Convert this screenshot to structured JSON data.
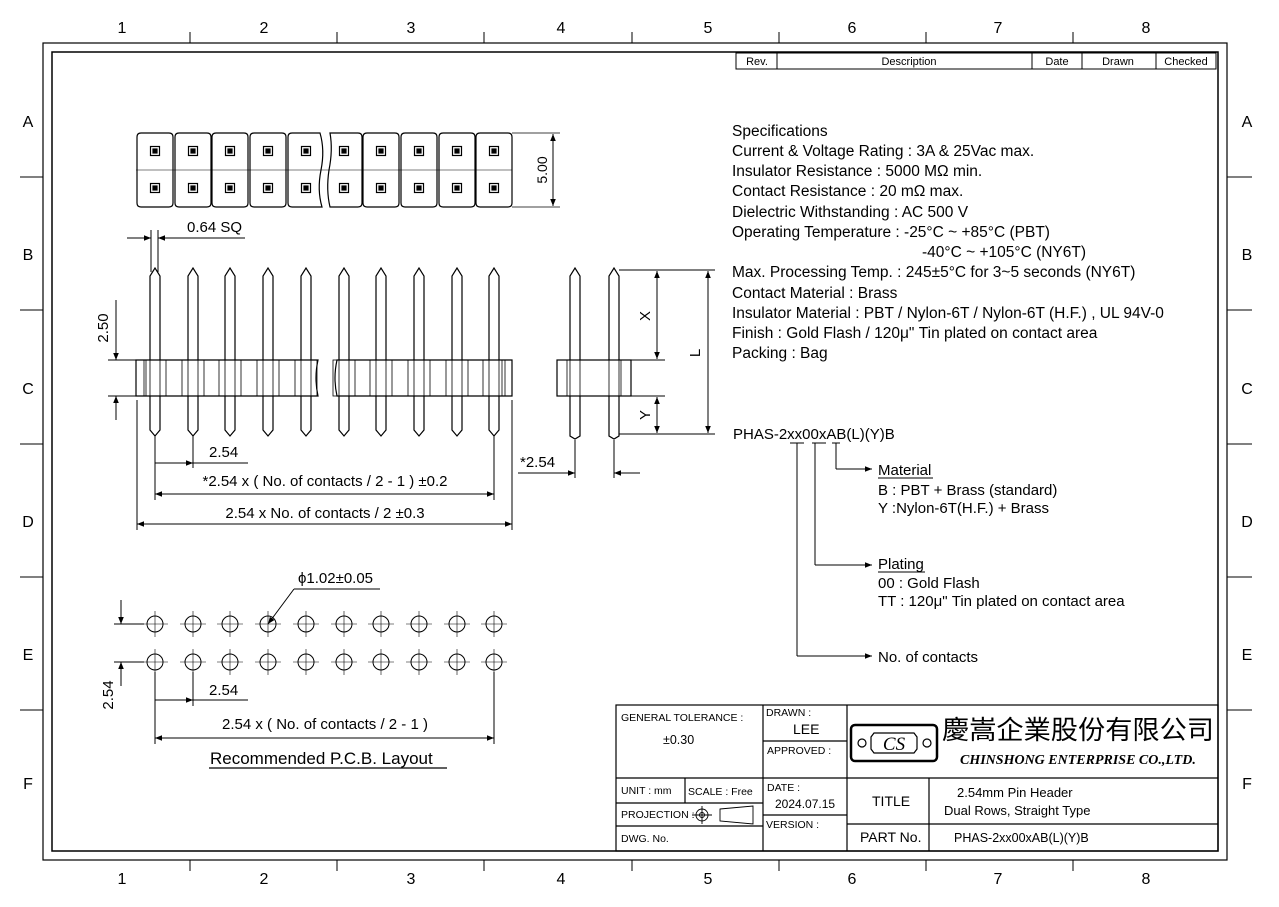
{
  "grid": {
    "columns": [
      "1",
      "2",
      "3",
      "4",
      "5",
      "6",
      "7",
      "8"
    ],
    "rows": [
      "A",
      "B",
      "C",
      "D",
      "E",
      "F"
    ]
  },
  "revision_table": {
    "headers": [
      "Rev.",
      "Description",
      "Date",
      "Drawn",
      "Checked"
    ]
  },
  "specifications": {
    "heading": "Specifications",
    "lines": [
      "Current & Voltage Rating : 3A & 25Vac max.",
      "Insulator Resistance : 5000 MΩ min.",
      "Contact Resistance : 20 mΩ max.",
      "Dielectric Withstanding : AC 500 V",
      "Operating Temperature : -25°C ~ +85°C (PBT)",
      "-40°C ~ +105°C (NY6T)",
      "Max. Processing Temp. : 245±5°C for 3~5 seconds (NY6T)",
      "Contact Material : Brass",
      "Insulator Material : PBT / Nylon-6T / Nylon-6T (H.F.) , UL 94V-0",
      "Finish : Gold Flash / 120μ\" Tin plated on contact area",
      "Packing : Bag"
    ]
  },
  "part_code": {
    "code": "PHAS-2xx00xAB(L)(Y)B",
    "material_title": "Material",
    "material_lines": [
      "B : PBT + Brass (standard)",
      "Y :Nylon-6T(H.F.) + Brass"
    ],
    "plating_title": "Plating",
    "plating_lines": [
      "00 :  Gold Flash",
      "TT : 120μ\" Tin plated on contact area"
    ],
    "contacts_label": "No. of contacts"
  },
  "dimensions": {
    "height_5": "5.00",
    "pin_sq": "0.64 SQ",
    "h_250": "2.50",
    "pitch": "2.54",
    "span_contacts_minus": "*2.54 x ( No. of contacts / 2 - 1 ) ±0.2",
    "span_total": "2.54 x No. of contacts / 2 ±0.3",
    "side_pitch": "*2.54",
    "x_label": "X",
    "y_label": "Y",
    "l_label": "L",
    "hole_dia": "ϕ1.02±0.05",
    "pcb_pitch_v": "2.54",
    "pcb_pitch_h": "2.54",
    "pcb_span": "2.54 x ( No. of contacts / 2 - 1 )",
    "pcb_title": "Recommended P.C.B. Layout"
  },
  "title_block": {
    "general_tolerance_label": "GENERAL TOLERANCE :",
    "general_tolerance_value": "±0.30",
    "drawn_label": "DRAWN :",
    "drawn_value": "LEE",
    "approved_label": "APPROVED :",
    "unit_label": "UNIT : mm",
    "scale_label": "SCALE : Free",
    "projection_label": "PROJECTION :",
    "dwg_label": "DWG. No.",
    "date_label": "DATE :",
    "date_value": "2024.07.15",
    "version_label": "VERSION :",
    "logo_letters": "CS",
    "company_cn": "慶嵩企業股份有限公司",
    "company_en": "CHINSHONG ENTERPRISE CO.,LTD.",
    "title_label": "TITLE",
    "title_line1": "2.54mm Pin Header",
    "title_line2": "Dual Rows, Straight Type",
    "part_no_label": "PART No.",
    "part_no_value": "PHAS-2xx00xAB(L)(Y)B"
  }
}
